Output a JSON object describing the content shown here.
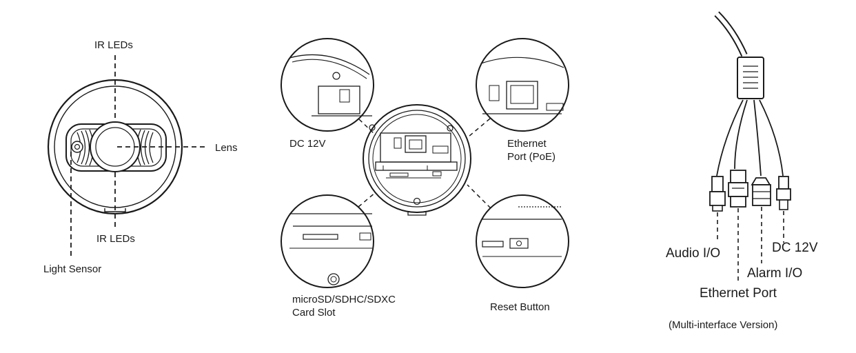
{
  "front_view": {
    "ir_leds_top": "IR LEDs",
    "lens": "Lens",
    "ir_leds_bottom": "IR LEDs",
    "light_sensor": "Light Sensor"
  },
  "rear_view": {
    "dc_12v": "DC 12V",
    "ethernet_port_poe_line1": "Ethernet",
    "ethernet_port_poe_line2": "Port (PoE)",
    "card_slot_line1": "microSD/SDHC/SDXC",
    "card_slot_line2": "Card Slot",
    "reset_button": "Reset Button"
  },
  "cable_view": {
    "audio_io": "Audio I/O",
    "dc_12v": "DC 12V",
    "alarm_io": "Alarm I/O",
    "ethernet_port": "Ethernet Port",
    "version_caption": "(Multi-interface Version)"
  },
  "colors": {
    "line": "#1a1a1a",
    "fill": "#ffffff"
  }
}
